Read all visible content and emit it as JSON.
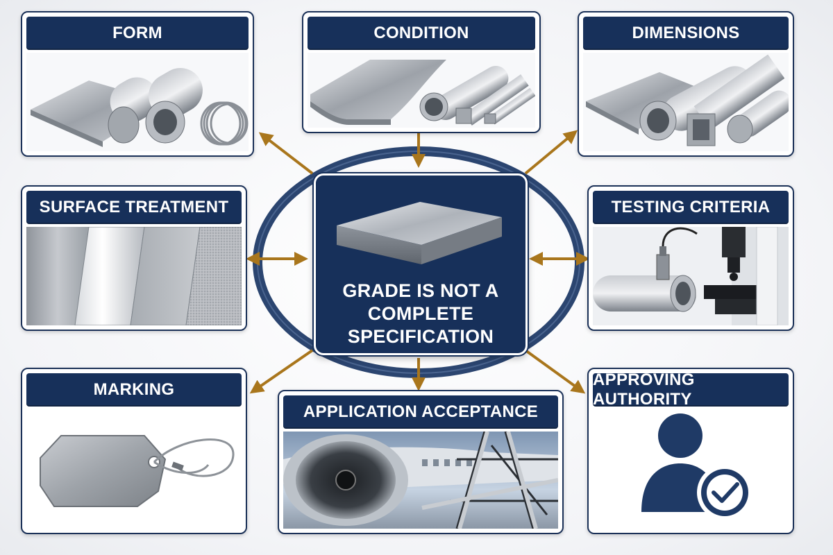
{
  "center": {
    "title_lines": [
      "GRADE IS NOT A",
      "COMPLETE",
      "SPECIFICATION"
    ],
    "icon": "metal-plate-icon"
  },
  "panels": {
    "form": {
      "title": "FORM",
      "icon": "metal-stock-forms-icon"
    },
    "condition": {
      "title": "CONDITION",
      "icon": "bent-sheet-and-tubes-icon"
    },
    "dimensions": {
      "title": "DIMENSIONS",
      "icon": "profiles-icon"
    },
    "surface_treatment": {
      "title": "SURFACE TREATMENT",
      "icon": "surface-finish-strips-icon"
    },
    "testing_criteria": {
      "title": "TESTING CRITERIA",
      "icon": "testing-equipment-icon"
    },
    "marking": {
      "title": "MARKING",
      "icon": "metal-tag-icon"
    },
    "application_acceptance": {
      "title": "APPLICATION ACCEPTANCE",
      "icon": "aircraft-engine-structure-icon"
    },
    "approving_authority": {
      "title": "APPROVING AUTHORITY",
      "icon": "user-check-icon"
    }
  },
  "colors": {
    "navy": "#17305a",
    "arrow": "#a9761c",
    "steel": "#9aa0a8"
  }
}
